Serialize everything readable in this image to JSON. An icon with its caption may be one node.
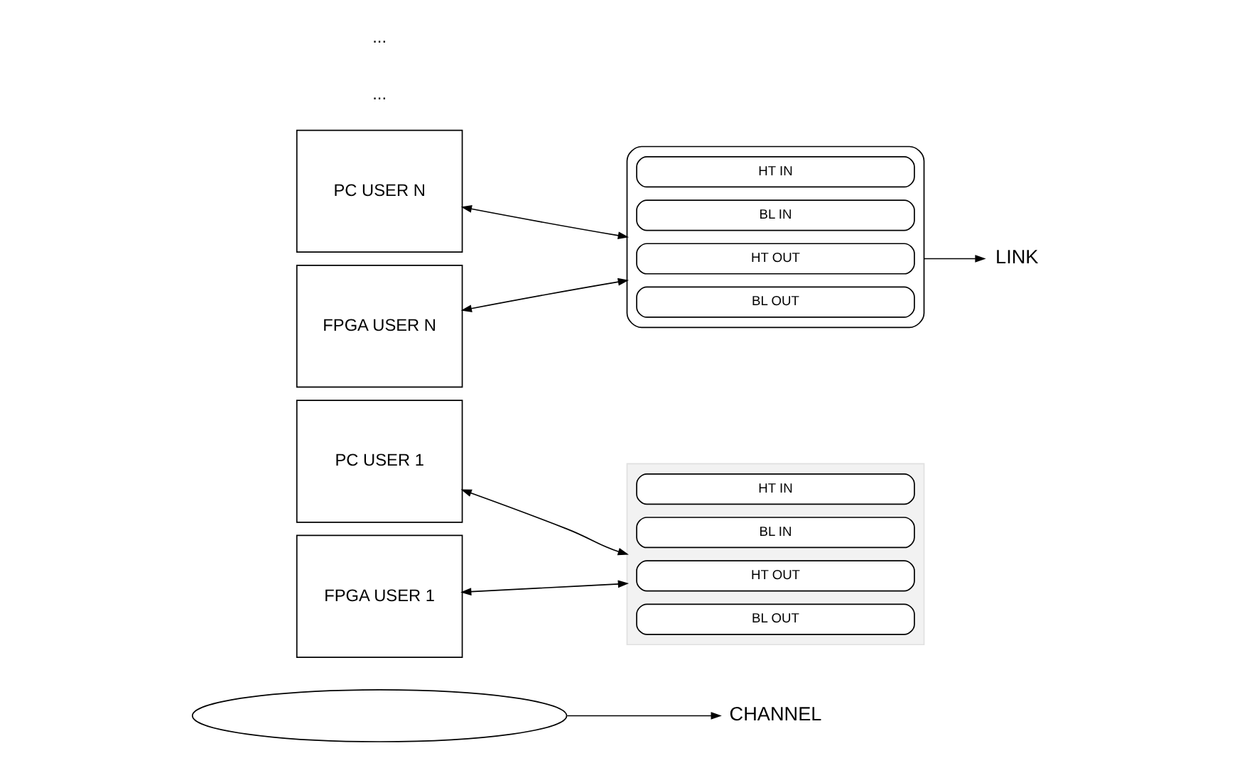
{
  "diagram": {
    "nodes": [
      {
        "text": [
          "CHANNEL"
        ]
      },
      {
        "text": [
          "PC USER 1"
        ]
      },
      {
        "text": [],
        "shape": "box"
      },
      {
        "text": [],
        "shape": "ellipse"
      },
      {
        "text": [
          "HT IN"
        ],
        "in": 2
      },
      {
        "text": [
          "BL IN"
        ],
        "in": 2
      },
      {
        "text": [
          "HT OUT"
        ],
        "in": 2
      },
      {
        "text": [
          "BL OUT"
        ],
        "in": 2
      },
      {
        "text": [
          "FPGA USER 1"
        ]
      },
      {
        "text": [],
        "shape": "ellipse"
      },
      {
        "text": [
          "HT IN"
        ],
        "in": 9
      },
      {
        "text": [
          "BL IN"
        ],
        "in": 9
      },
      {
        "text": [
          "HT OUT"
        ],
        "in": 9
      },
      {
        "text": [
          "BL OUT"
        ],
        "in": 9
      },
      {
        "text": [
          "PC USER N"
        ]
      },
      {
        "text": [
          "FPGA USER N"
        ]
      },
      {
        "text": [
          "LINK"
        ]
      }
    ],
    "edges": [
      {
        "from": 3,
        "to": 0,
        "arrow": "to"
      },
      {
        "from": 1,
        "to": 2,
        "arrow": "both"
      },
      {
        "from": 8,
        "to": 2,
        "arrow": "both"
      },
      {
        "from": 14,
        "to": 9,
        "arrow": "both"
      },
      {
        "from": 15,
        "to": 9,
        "arrow": "both"
      },
      {
        "from": 9,
        "to": 16,
        "arrow": "to"
      }
    ],
    "labels": [
      "...",
      "..."
    ]
  }
}
